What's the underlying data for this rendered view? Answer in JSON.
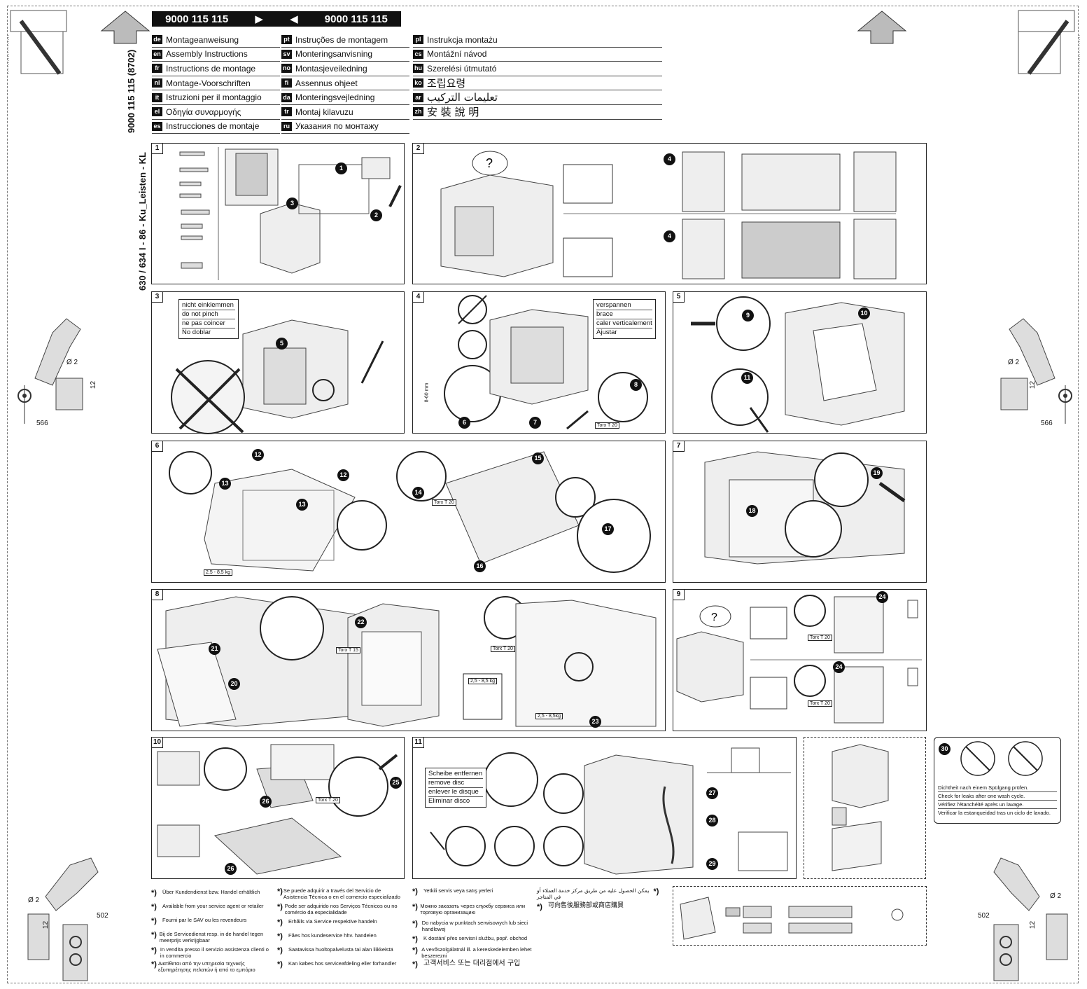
{
  "model_numbers": [
    "9000 115 115",
    "9000 115 115"
  ],
  "doc_code": "9000 115 115 (8702)",
  "doc_subtitle": "630 / 634 I - 86 - Ku_Leisten - KL",
  "languages": [
    {
      "code": "de",
      "text": "Montageanweisung"
    },
    {
      "code": "en",
      "text": "Assembly Instructions"
    },
    {
      "code": "fr",
      "text": "Instructions de montage"
    },
    {
      "code": "nl",
      "text": "Montage-Voorschriften"
    },
    {
      "code": "it",
      "text": "Istruzioni per il montaggio"
    },
    {
      "code": "el",
      "text": "Οδηγία συναρμογής"
    },
    {
      "code": "es",
      "text": "Instrucciones de montaje"
    },
    {
      "code": "pt",
      "text": "Instruções de montagem"
    },
    {
      "code": "sv",
      "text": "Monteringsanvisning"
    },
    {
      "code": "no",
      "text": "Montasjeveiledning"
    },
    {
      "code": "fi",
      "text": "Assennus ohjeet"
    },
    {
      "code": "da",
      "text": "Monteringsvejledning"
    },
    {
      "code": "tr",
      "text": "Montaj kilavuzu"
    },
    {
      "code": "ru",
      "text": "Указания по монтажу"
    },
    {
      "code": "pl",
      "text": "Instrukcja montażu"
    },
    {
      "code": "cs",
      "text": "Montážní návod"
    },
    {
      "code": "hu",
      "text": "Szerelési útmutató"
    },
    {
      "code": "ko",
      "text": "조립요령"
    },
    {
      "code": "ar",
      "text": "تعليمات التركيب"
    },
    {
      "code": "zh",
      "text": "安 裝 說 明"
    }
  ],
  "panels": [
    "1",
    "2",
    "3",
    "4",
    "5",
    "6",
    "7",
    "8",
    "9",
    "10",
    "11"
  ],
  "panel3_label": [
    "nicht einklemmen",
    "do not pinch",
    "ne pas coincer",
    "No doblar"
  ],
  "panel4_label": [
    "verspannen",
    "brace",
    "caler verticalement",
    "Ajustar"
  ],
  "panel11_label": [
    "Scheibe entfernen",
    "remove disc",
    "enlever le disque",
    "Eliminar disco"
  ],
  "panel30_text": [
    "Dichtheit nach einem Spülgang prüfen.",
    "Check for leaks after one wash cycle.",
    "Vérifiez l'étanchéité après un lavage.",
    "Verificar la estanqueidad tras un ciclo de lavado."
  ],
  "torx": {
    "t20": "Torx T 20",
    "t15": "Torx T 15"
  },
  "weights": {
    "door": "2,5 - 8,5 kg",
    "spring": "2,5 - 8,5 kg",
    "door2": "2,5 - 8,5kg"
  },
  "dims": {
    "d2": "Ø 2",
    "depth12": "12",
    "d566": "566",
    "d502": "502",
    "d860": "8-60 mm"
  },
  "service_notes": [
    "Über Kundendienst bzw. Handel erhältlich",
    "Available from your service agent or retailer",
    "Fourni par le SAV ou les revendeurs",
    "Bij de Servicedienst resp. in de handel tegen meerprijs verkrijgbaar",
    "In vendita presso il servizio assistenza clienti o in commercio",
    "Διατίθεται από την υπηρεσία τεχνικής εξυπηρέτησης πελατών ή από το εμπόριο",
    "Se puede adquirir a través del Servicio de Asistencia Técnica o en el comercio especializado",
    "Pode ser adquirido nos Serviços Técnicos ou no comércio da especialidade",
    "Erhålls via Service respektive handeln",
    "Fåes hos kundeservice hhv. handelen",
    "Saatavissa huoltopalvelusta tai alan liikkeistä",
    "Kan købes hos serviceafdeling eller forhandler",
    "Yetkili servis veya satış yerleri",
    "Можно заказать через службу сервиса или торговую организацию",
    "Do nabycia w punktach serwisowych lub sieci handlowej",
    "K dostání přes servisní službu, popř. obchod",
    "A vevőszolgálatnál ill. a kereskedelemben lehet beszerezni",
    "고객서비스 또는 대리점에서 구입",
    "يمكن الحصول عليه من طريق مركز خدمة العملاء أو في المتاجر",
    "可向售後服務部或商店購買"
  ]
}
